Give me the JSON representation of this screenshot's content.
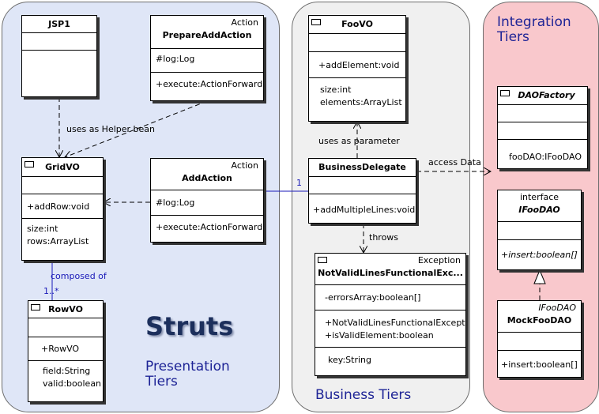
{
  "regions": {
    "struts": {
      "title": "Struts",
      "tier_line1": "Presentation",
      "tier_line2": "Tiers"
    },
    "business": {
      "tier": "Business Tiers"
    },
    "integration": {
      "tier_line1": "Integration",
      "tier_line2": "Tiers"
    }
  },
  "classes": {
    "jsp1": {
      "name": "JSP1"
    },
    "prepare_add_action": {
      "stereotype": "Action",
      "name": "PrepareAddAction",
      "attr": "#log:Log",
      "op": "+execute:ActionForward"
    },
    "gridvo": {
      "name": "GridVO",
      "op": "+addRow:void",
      "attr1": "size:int",
      "attr2": "rows:ArrayList"
    },
    "add_action": {
      "stereotype": "Action",
      "name": "AddAction",
      "attr": "#log:Log",
      "op": "+execute:ActionForward"
    },
    "rowvo": {
      "name": "RowVO",
      "op": "+RowVO",
      "attr1": "field:String",
      "attr2": "valid:boolean"
    },
    "foovo": {
      "name": "FooVO",
      "op": "+addElement:void",
      "attr1": "size:int",
      "attr2": "elements:ArrayList"
    },
    "business_delegate": {
      "name": "BusinessDelegate",
      "op": "+addMultipleLines:void"
    },
    "exception": {
      "stereotype": "Exception",
      "name": "NotValidLinesFunctionalExc...",
      "attr": "-errorsArray:boolean[]",
      "op1": "+NotValidLinesFunctionalExcept",
      "op2": "+isValidElement:boolean",
      "field": "key:String"
    },
    "dao_factory": {
      "name": "DAOFactory",
      "attr": "fooDAO:IFooDAO"
    },
    "ifoodao": {
      "stereotype": "interface",
      "name": "IFooDAO",
      "op": "+insert:boolean[]"
    },
    "mockfoodao": {
      "stereotype": "IFooDAO",
      "name": "MockFooDAO",
      "op": "+insert:boolean[]"
    }
  },
  "relations": {
    "uses_helper": "uses as Helper bean",
    "composed_of": "composed of",
    "multiplicity_many": "1..*",
    "multiplicity_one": "1",
    "uses_param": "uses as parameter",
    "throws": "throws",
    "access_data": "access Data"
  },
  "colors": {
    "struts_bg": "#dfe6f7",
    "business_bg": "#f0f0f0",
    "integration_bg": "#f9c8cc",
    "tier_text": "#1e2496",
    "association": "#1a1ab8"
  }
}
